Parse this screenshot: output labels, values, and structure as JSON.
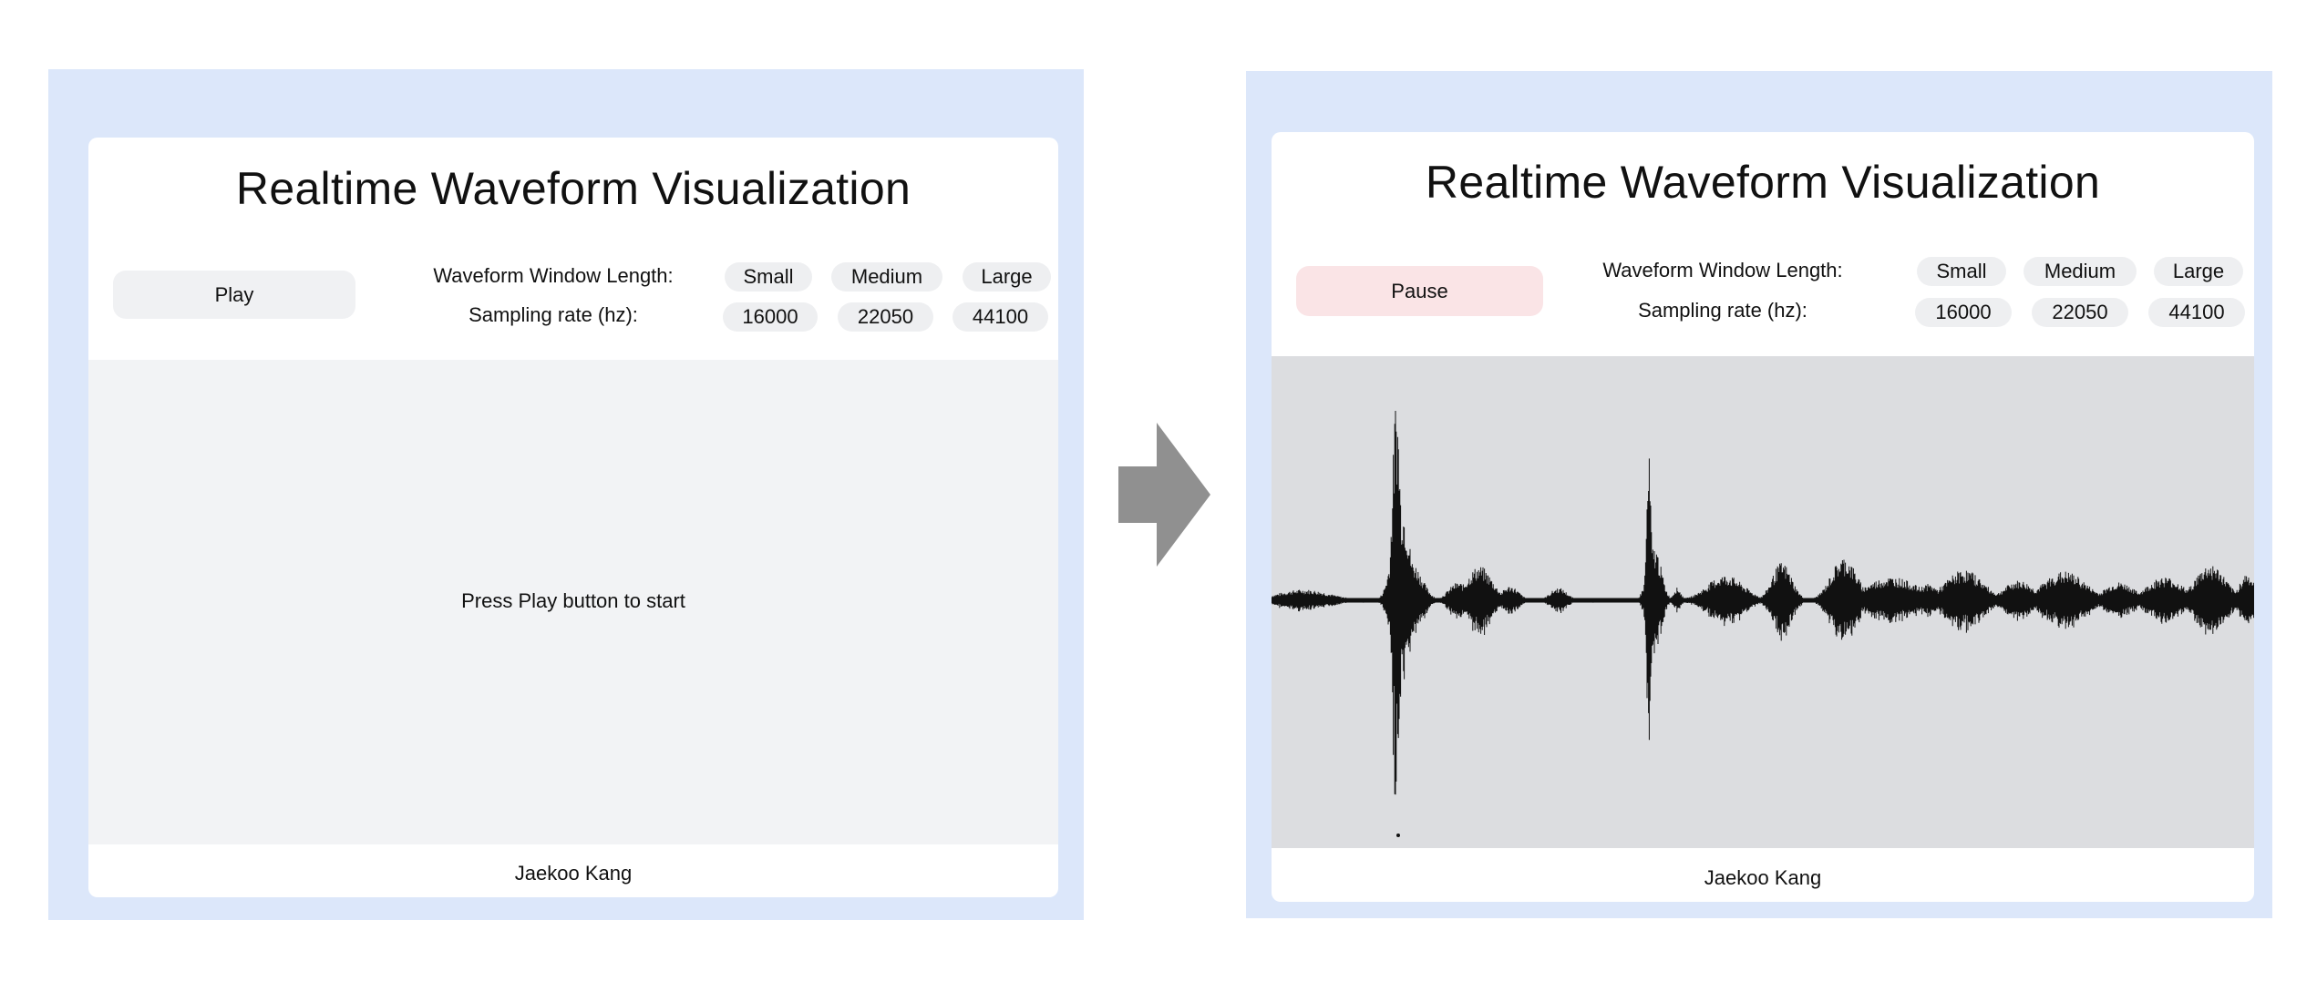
{
  "before": {
    "title": "Realtime Waveform Visualization",
    "play_button": "Play",
    "window_length_label": "Waveform Window Length:",
    "window_length_options": [
      "Small",
      "Medium",
      "Large"
    ],
    "sampling_rate_label": "Sampling rate (hz):",
    "sampling_rate_options": [
      "16000",
      "22050",
      "44100"
    ],
    "placeholder": "Press Play button to start",
    "author": "Jaekoo Kang"
  },
  "after": {
    "title": "Realtime Waveform Visualization",
    "pause_button": "Pause",
    "window_length_label": "Waveform Window Length:",
    "window_length_options": [
      "Small",
      "Medium",
      "Large"
    ],
    "sampling_rate_label": "Sampling rate (hz):",
    "sampling_rate_options": [
      "16000",
      "22050",
      "44100"
    ],
    "author": "Jaekoo Kang"
  },
  "transition_arrow": "right-arrow-icon",
  "colors": {
    "frame_background": "#dce7fa",
    "card_background": "#ffffff",
    "play_button": "#f0f1f3",
    "pause_button": "#fae4e6",
    "pill": "#eeeff1",
    "viz_idle_background": "#f2f3f5",
    "viz_active_background": "#dcdde0",
    "waveform": "#111111",
    "arrow": "#909090"
  }
}
